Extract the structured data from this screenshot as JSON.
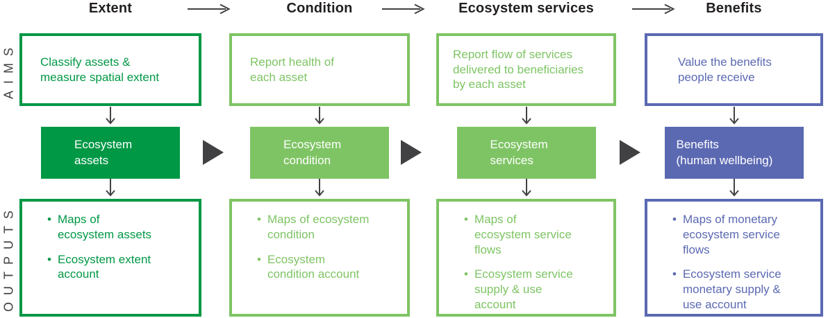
{
  "palette": {
    "dark_green": "#009845",
    "light_green": "#7ec464",
    "blue": "#5b69b2",
    "arrow_gray": "#414042",
    "header_text": "#231f20",
    "text_on_fill": "#ffffff"
  },
  "row_labels": {
    "aims": "AIMS",
    "outputs": "OUTPUTS"
  },
  "bullet_char": "•",
  "columns": [
    {
      "header": "Extent",
      "color": "#009845",
      "aim_lines": [
        "Classify assets &",
        "measure spatial extent"
      ],
      "stage_lines": [
        "Ecosystem",
        "assets"
      ],
      "output_items": [
        [
          "Maps of",
          "ecosystem assets"
        ],
        [
          "Ecosystem extent",
          "account"
        ]
      ]
    },
    {
      "header": "Condition",
      "color": "#7ec464",
      "aim_lines": [
        "Report health of",
        "each asset"
      ],
      "stage_lines": [
        "Ecosystem",
        "condition"
      ],
      "output_items": [
        [
          "Maps of ecosystem",
          "condition"
        ],
        [
          "Ecosystem",
          "condition account"
        ]
      ]
    },
    {
      "header": "Ecosystem services",
      "color": "#7ec464",
      "aim_lines": [
        "Report flow of services",
        "delivered to beneficiaries",
        "by each asset"
      ],
      "stage_lines": [
        "Ecosystem",
        "services"
      ],
      "output_items": [
        [
          "Maps of",
          "ecosystem service",
          "flows"
        ],
        [
          "Ecosystem service",
          "supply & use",
          "account"
        ]
      ]
    },
    {
      "header": "Benefits",
      "color": "#5b69b2",
      "aim_lines": [
        "Value the benefits",
        "people receive"
      ],
      "stage_lines": [
        "Benefits",
        "(human wellbeing)"
      ],
      "output_items": [
        [
          "Maps of monetary",
          "ecosystem service",
          "flows"
        ],
        [
          "Ecosystem service",
          "monetary supply &",
          "use account"
        ]
      ]
    }
  ]
}
